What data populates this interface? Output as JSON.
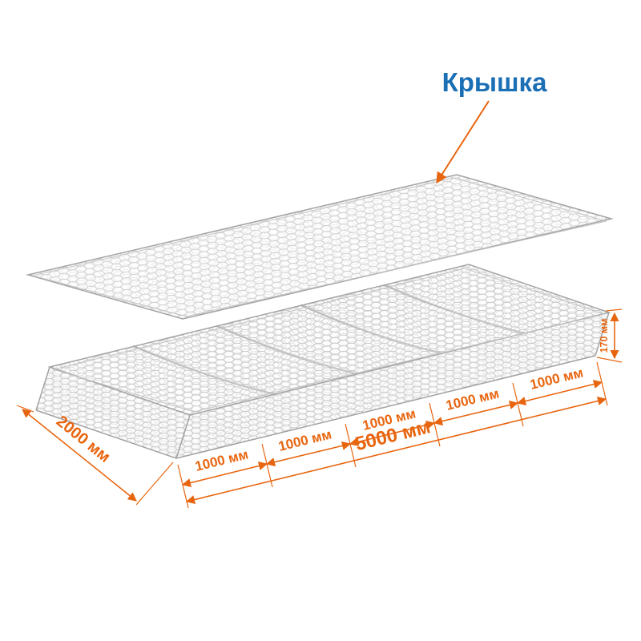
{
  "diagram": {
    "callout": {
      "label": "Крышка"
    },
    "dimensions": {
      "width": "2000 мм",
      "total_length": "5000 мм",
      "height": "170 мм",
      "segments": [
        "1000 мм",
        "1000 мм",
        "1000 мм",
        "1000 мм",
        "1000 мм"
      ]
    },
    "colors": {
      "callout_text": "#1b6fb5",
      "dimension_lines": "#e8650f",
      "mesh_wire": "#c6c6c6"
    }
  }
}
